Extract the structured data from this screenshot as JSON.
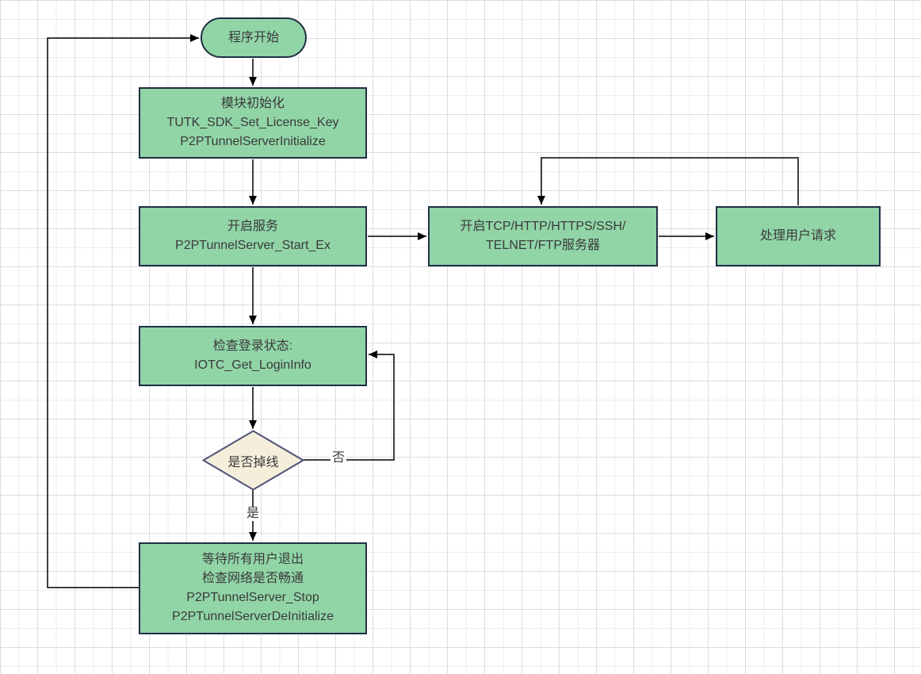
{
  "nodes": {
    "start": {
      "label": "程序开始"
    },
    "init": {
      "lines": [
        "模块初始化",
        "TUTK_SDK_Set_License_Key",
        "P2PTunnelServerInitialize"
      ]
    },
    "start_service": {
      "lines": [
        "开启服务",
        "P2PTunnelServer_Start_Ex"
      ]
    },
    "open_servers": {
      "lines": [
        "开启TCP/HTTP/HTTPS/SSH/",
        "TELNET/FTP服务器"
      ]
    },
    "handle_requests": {
      "label": "处理用户请求"
    },
    "check_login": {
      "lines": [
        "检查登录状态:",
        "IOTC_Get_LoginInfo"
      ]
    },
    "decision": {
      "label": "是否掉线"
    },
    "cleanup": {
      "lines": [
        "等待所有用户退出",
        "检查网络是否畅通",
        "P2PTunnelServer_Stop",
        "P2PTunnelServerDeInitialize"
      ]
    }
  },
  "edge_labels": {
    "no": "否",
    "yes": "是"
  },
  "colors": {
    "process_fill": "#91d5a7",
    "process_border": "#1f2f44",
    "decision_fill": "#f5eedb",
    "decision_border": "#4d5277",
    "connector": "#000000",
    "text": "#3a3a3a",
    "grid_minor": "#ededed",
    "grid_major": "#dddddd",
    "background": "#ffffff"
  }
}
